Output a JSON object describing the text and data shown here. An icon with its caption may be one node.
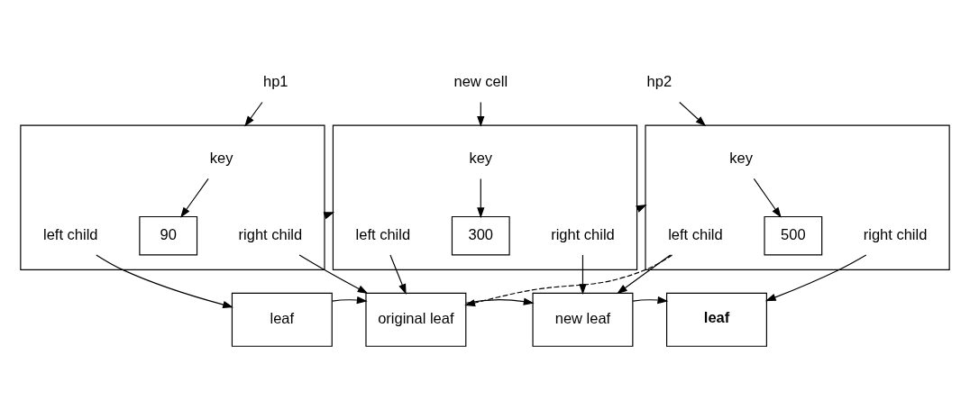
{
  "diagram": {
    "nodes": [
      {
        "text": [
          "hp1"
        ]
      },
      {
        "text": [
          "new cell"
        ]
      },
      {
        "text": [
          "hp2"
        ]
      },
      {
        "text": [],
        "shape": "box"
      },
      {
        "text": [
          "key"
        ],
        "in": 3
      },
      {
        "text": [
          "left child"
        ],
        "in": 3
      },
      {
        "text": [
          "90"
        ],
        "in": 3
      },
      {
        "text": [
          "right child"
        ],
        "in": 3
      },
      {
        "text": [],
        "shape": "box"
      },
      {
        "text": [
          "key"
        ],
        "in": 8
      },
      {
        "text": [
          "left child"
        ],
        "in": 8
      },
      {
        "text": [
          "300"
        ],
        "in": 8
      },
      {
        "text": [
          "right child"
        ],
        "in": 8
      },
      {
        "text": [],
        "shape": "box"
      },
      {
        "text": [
          "key"
        ],
        "in": 13
      },
      {
        "text": [
          "left child"
        ],
        "in": 13
      },
      {
        "text": [
          "500"
        ],
        "in": 13
      },
      {
        "text": [
          "right child"
        ],
        "in": 13
      },
      {
        "text": [
          "leaf"
        ]
      },
      {
        "text": [
          "original leaf"
        ]
      },
      {
        "text": [
          "new leaf"
        ]
      },
      {
        "text": [
          "leaf"
        ]
      }
    ],
    "edges": [
      {
        "from": 0,
        "to": 3,
        "arrow": "to"
      },
      {
        "from": 1,
        "to": 8,
        "arrow": "to"
      },
      {
        "from": 2,
        "to": 13,
        "arrow": "to"
      },
      {
        "from": 4,
        "to": 6,
        "arrow": "to"
      },
      {
        "from": 9,
        "to": 11,
        "arrow": "to"
      },
      {
        "from": 14,
        "to": 16,
        "arrow": "to"
      },
      {
        "from": 3,
        "to": 8,
        "arrow": "to"
      },
      {
        "from": 8,
        "to": 13,
        "arrow": "to"
      },
      {
        "from": 5,
        "to": 18,
        "arrow": "to"
      },
      {
        "from": 7,
        "to": 19,
        "arrow": "to"
      },
      {
        "from": 10,
        "to": 19,
        "arrow": "to"
      },
      {
        "from": 12,
        "to": 20,
        "arrow": "to"
      },
      {
        "from": 15,
        "to": 20,
        "arrow": "to"
      },
      {
        "from": 15,
        "to": 19,
        "arrow": "to",
        "style": "dashed"
      },
      {
        "from": 17,
        "to": 21,
        "arrow": "to"
      },
      {
        "from": 18,
        "to": 19,
        "arrow": "to"
      },
      {
        "from": 19,
        "to": 20,
        "arrow": "to"
      },
      {
        "from": 20,
        "to": 21,
        "arrow": "to"
      }
    ]
  }
}
